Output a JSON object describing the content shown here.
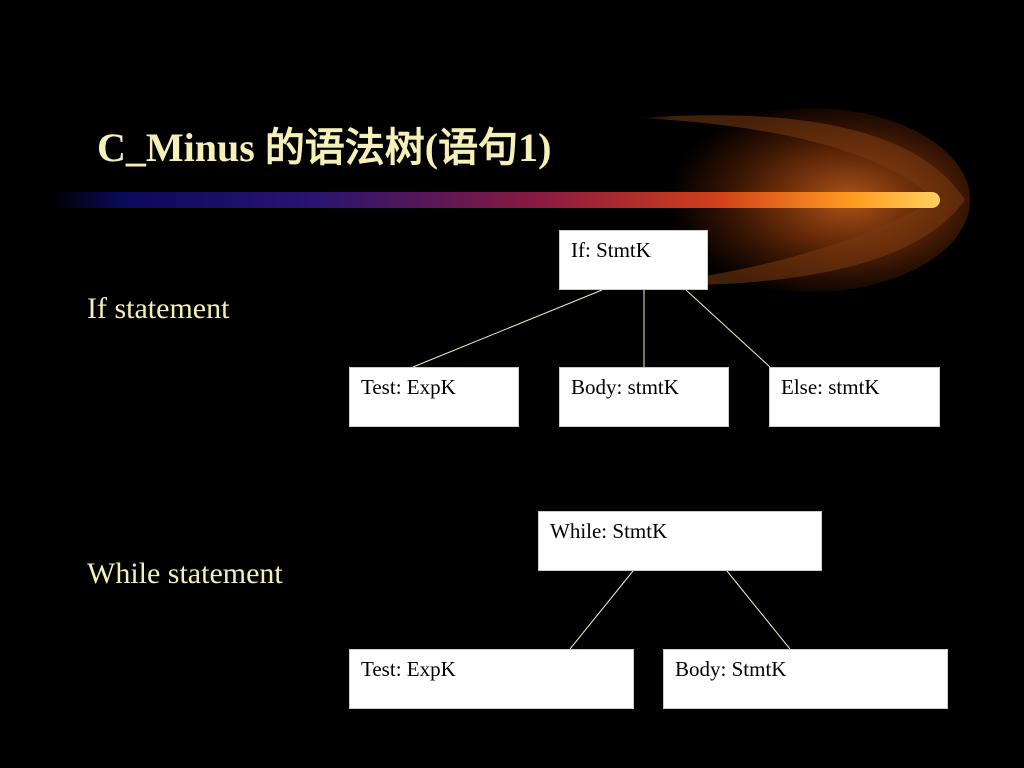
{
  "title": "C_Minus 的语法树(语句1)",
  "colors": {
    "background": "#000000",
    "text": "#f5f0b8",
    "node_fill": "#ffffff",
    "edge": "#f5f0b8"
  },
  "if_section": {
    "label": "If statement",
    "root": "If: StmtK",
    "children": [
      "Test: ExpK",
      "Body: stmtK",
      "Else: stmtK"
    ]
  },
  "while_section": {
    "label": "While statement",
    "root": "While: StmtK",
    "children": [
      "Test: ExpK",
      "Body: StmtK"
    ]
  }
}
